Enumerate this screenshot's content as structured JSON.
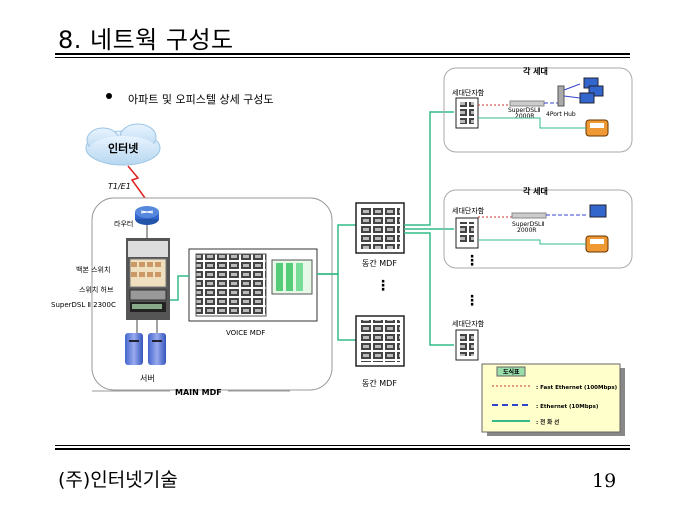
{
  "page": {
    "title": "8. 네트웍 구성도",
    "company": "(주)인터넷기술",
    "page_number": "19"
  },
  "diagram": {
    "subtitle": "아파트 및 오피스텔 상세 구성도",
    "internet": "인터넷",
    "t1_label": "T1/E1",
    "router": "라우터",
    "backbone_switch": "백본 스위치",
    "switch_hub": "스위치 허브",
    "superdsl_2300c": "SuperDSL Ⅱ 2300C",
    "server": "서버",
    "voice_mdf": "VOICE MDF",
    "main_mdf": "MAIN MDF",
    "floor_mdf_1": "동간 MDF",
    "floor_mdf_2": "동간 MDF",
    "household_1": "각 세대",
    "household_2": "각 세대",
    "wall_jack_1": "세대단자함",
    "wall_jack_2": "세대단자함",
    "wall_jack_3": "세대단자함",
    "superdsl_2000r_1a": "SuperDSLⅡ",
    "superdsl_2000r_1b": "2000R",
    "hub_4port": "4Port Hub",
    "superdsl_2000r_2a": "SuperDSLⅡ",
    "superdsl_2000r_2b": "2000R",
    "legend": {
      "title": "도식표",
      "fast_ethernet": ": Fast Ethernet (100Mbps)",
      "ethernet": ": Ethernet (10Mbps)",
      "phone_line": ": 전 화 선"
    },
    "colors": {
      "line": "#33bb88",
      "fast": "#cc3333",
      "eth": "#3344cc",
      "legend_bg": "#ffffcc",
      "legend_title_bg": "#99ddaa"
    }
  }
}
